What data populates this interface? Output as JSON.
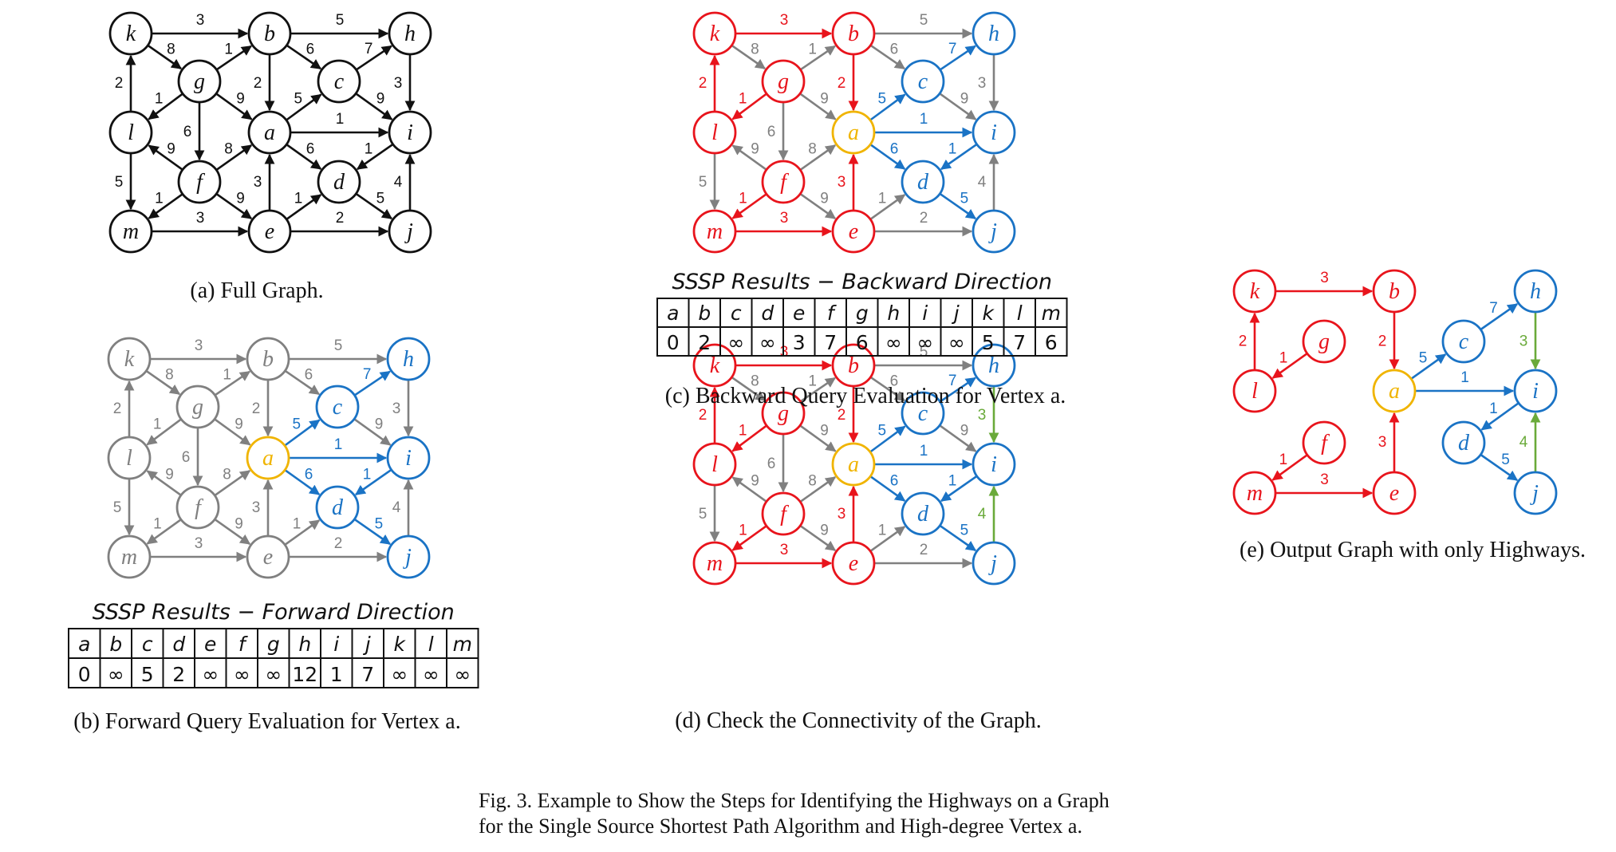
{
  "colors": {
    "black": "#111111",
    "gray": "#808080",
    "red": "#e8141c",
    "blue": "#1a73c5",
    "yellow": "#f0b400",
    "green": "#6aaa3a"
  },
  "vertices": [
    "a",
    "b",
    "c",
    "d",
    "e",
    "f",
    "g",
    "h",
    "i",
    "j",
    "k",
    "l",
    "m"
  ],
  "edges": [
    {
      "from": "k",
      "to": "b",
      "w": "3"
    },
    {
      "from": "b",
      "to": "h",
      "w": "5"
    },
    {
      "from": "k",
      "to": "g",
      "w": "8"
    },
    {
      "from": "g",
      "to": "b",
      "w": "1"
    },
    {
      "from": "b",
      "to": "c",
      "w": "6"
    },
    {
      "from": "c",
      "to": "h",
      "w": "7"
    },
    {
      "from": "l",
      "to": "k",
      "w": "2"
    },
    {
      "from": "g",
      "to": "l",
      "w": "1"
    },
    {
      "from": "b",
      "to": "a",
      "w": "2"
    },
    {
      "from": "g",
      "to": "a",
      "w": "9"
    },
    {
      "from": "a",
      "to": "c",
      "w": "5"
    },
    {
      "from": "c",
      "to": "i",
      "w": "9"
    },
    {
      "from": "h",
      "to": "i",
      "w": "3"
    },
    {
      "from": "g",
      "to": "f",
      "w": "6"
    },
    {
      "from": "a",
      "to": "i",
      "w": "1"
    },
    {
      "from": "l",
      "to": "m",
      "w": "5"
    },
    {
      "from": "f",
      "to": "l",
      "w": "9"
    },
    {
      "from": "f",
      "to": "a",
      "w": "8"
    },
    {
      "from": "a",
      "to": "d",
      "w": "6"
    },
    {
      "from": "i",
      "to": "d",
      "w": "1"
    },
    {
      "from": "f",
      "to": "m",
      "w": "1"
    },
    {
      "from": "f",
      "to": "e",
      "w": "9"
    },
    {
      "from": "e",
      "to": "a",
      "w": "3"
    },
    {
      "from": "e",
      "to": "d",
      "w": "1"
    },
    {
      "from": "d",
      "to": "j",
      "w": "5"
    },
    {
      "from": "j",
      "to": "i",
      "w": "4"
    },
    {
      "from": "m",
      "to": "e",
      "w": "3"
    },
    {
      "from": "e",
      "to": "j",
      "w": "2"
    }
  ],
  "panels": {
    "a": {
      "caption": "(a) Full Graph.",
      "node_colors": {},
      "edge_colors": {}
    },
    "b": {
      "caption": "(b) Forward Query Evaluation for Vertex a.",
      "default": "gray",
      "node_colors": {
        "a": "yellow",
        "c": "blue",
        "h": "blue",
        "i": "blue",
        "d": "blue",
        "j": "blue"
      },
      "edge_colors": {
        "a-c": "blue",
        "c-h": "blue",
        "a-i": "blue",
        "a-d": "blue",
        "i-d": "blue",
        "d-j": "blue"
      },
      "table": {
        "title": "SSSP Results − Forward Direction",
        "headers": [
          "a",
          "b",
          "c",
          "d",
          "e",
          "f",
          "g",
          "h",
          "i",
          "j",
          "k",
          "l",
          "m"
        ],
        "values": [
          "0",
          "∞",
          "5",
          "2",
          "∞",
          "∞",
          "∞",
          "12",
          "1",
          "7",
          "∞",
          "∞",
          "∞"
        ]
      }
    },
    "c": {
      "caption": "(c) Backward Query Evaluation for Vertex a.",
      "default": "gray",
      "node_colors": {
        "a": "yellow",
        "k": "red",
        "b": "red",
        "g": "red",
        "l": "red",
        "f": "red",
        "m": "red",
        "e": "red",
        "c": "blue",
        "h": "blue",
        "i": "blue",
        "d": "blue",
        "j": "blue"
      },
      "edge_colors": {
        "k-b": "red",
        "b-a": "red",
        "g-l": "red",
        "l-k": "red",
        "f-m": "red",
        "m-e": "red",
        "e-a": "red",
        "a-c": "blue",
        "c-h": "blue",
        "a-i": "blue",
        "a-d": "blue",
        "i-d": "blue",
        "d-j": "blue"
      },
      "table": {
        "title": "SSSP Results − Backward Direction",
        "headers": [
          "a",
          "b",
          "c",
          "d",
          "e",
          "f",
          "g",
          "h",
          "i",
          "j",
          "k",
          "l",
          "m"
        ],
        "values": [
          "0",
          "2",
          "∞",
          "∞",
          "3",
          "7",
          "6",
          "∞",
          "∞",
          "∞",
          "5",
          "7",
          "6"
        ]
      }
    },
    "d": {
      "caption": "(d) Check the Connectivity of the Graph.",
      "default": "gray",
      "node_colors": {
        "a": "yellow",
        "k": "red",
        "b": "red",
        "g": "red",
        "l": "red",
        "f": "red",
        "m": "red",
        "e": "red",
        "c": "blue",
        "h": "blue",
        "i": "blue",
        "d": "blue",
        "j": "blue"
      },
      "edge_colors": {
        "k-b": "red",
        "b-a": "red",
        "g-l": "red",
        "l-k": "red",
        "f-m": "red",
        "m-e": "red",
        "e-a": "red",
        "a-c": "blue",
        "c-h": "blue",
        "a-i": "blue",
        "a-d": "blue",
        "i-d": "blue",
        "d-j": "blue",
        "h-i": "green",
        "j-i": "green"
      }
    },
    "e": {
      "caption": "(e) Output Graph with only Highways.",
      "node_colors": {
        "a": "yellow",
        "k": "red",
        "b": "red",
        "g": "red",
        "l": "red",
        "f": "red",
        "m": "red",
        "e": "red",
        "c": "blue",
        "h": "blue",
        "i": "blue",
        "d": "blue",
        "j": "blue"
      },
      "edges": [
        {
          "from": "k",
          "to": "b",
          "w": "3",
          "color": "red"
        },
        {
          "from": "l",
          "to": "k",
          "w": "2",
          "color": "red"
        },
        {
          "from": "g",
          "to": "l",
          "w": "1",
          "color": "red"
        },
        {
          "from": "b",
          "to": "a",
          "w": "2",
          "color": "red"
        },
        {
          "from": "a",
          "to": "c",
          "w": "5",
          "color": "blue"
        },
        {
          "from": "c",
          "to": "h",
          "w": "7",
          "color": "blue"
        },
        {
          "from": "h",
          "to": "i",
          "w": "3",
          "color": "green"
        },
        {
          "from": "a",
          "to": "i",
          "w": "1",
          "color": "blue"
        },
        {
          "from": "i",
          "to": "d",
          "w": "1",
          "color": "blue"
        },
        {
          "from": "d",
          "to": "j",
          "w": "5",
          "color": "blue"
        },
        {
          "from": "j",
          "to": "i",
          "w": "4",
          "color": "green"
        },
        {
          "from": "f",
          "to": "m",
          "w": "1",
          "color": "red"
        },
        {
          "from": "m",
          "to": "e",
          "w": "3",
          "color": "red"
        },
        {
          "from": "e",
          "to": "a",
          "w": "3",
          "color": "red"
        }
      ]
    }
  },
  "figure_caption": {
    "line1": "Fig. 3.  Example to Show the Steps for Identifying the Highways on a Graph",
    "line2": "for the Single Source Shortest Path Algorithm and High-degree Vertex a."
  }
}
